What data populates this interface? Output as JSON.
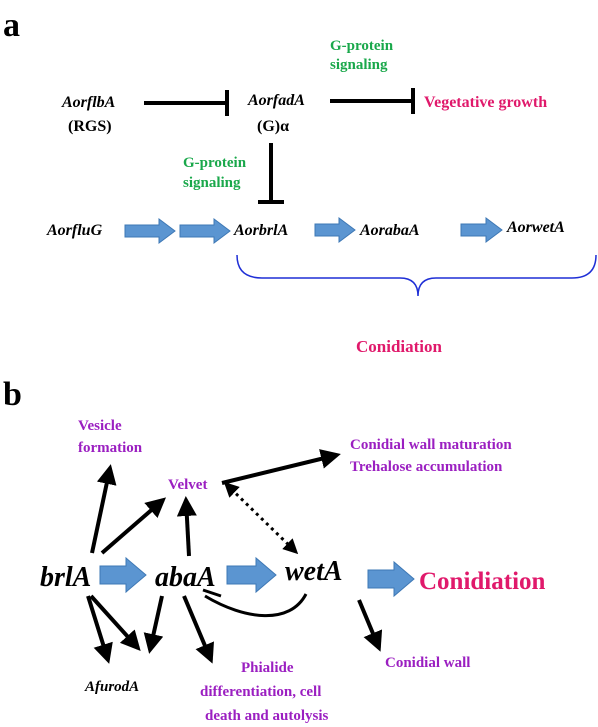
{
  "panel_a": {
    "label": "a",
    "genes": {
      "flbA": "AorflbA",
      "flbA_sub": "(RGS)",
      "fadA": "AorfadA",
      "fadA_sub": "(G)α",
      "fluG": "AorfluG",
      "brlA": "AorbrlA",
      "abaA": "AorabaA",
      "wetA": "AorwetA"
    },
    "gprotein_top": [
      "G-protein",
      "signaling"
    ],
    "gprotein_mid": [
      "G-protein",
      "signaling"
    ],
    "vegetative": "Vegetative growth",
    "conidiation": "Conidiation"
  },
  "panel_b": {
    "label": "b",
    "genes": {
      "brlA": "brlA",
      "abaA": "abaA",
      "wetA": "wetA",
      "afurodA": "AfurodA"
    },
    "velvet": "Velvet",
    "vesicle": [
      "Vesicle",
      "formation"
    ],
    "wall_maturation": [
      "Conidial wall maturation",
      "Trehalose accumulation"
    ],
    "conidiation": "Conidiation",
    "conidial_wall": "Conidial wall",
    "phialide": [
      "Phialide",
      "differentiation, cell",
      "death and autolysis"
    ]
  },
  "colors": {
    "green": "#1aa84b",
    "pink": "#e0196b",
    "purple": "#9b1fc1",
    "blue_arrow": "#5b95d1",
    "bracket": "#1f2fd6"
  }
}
